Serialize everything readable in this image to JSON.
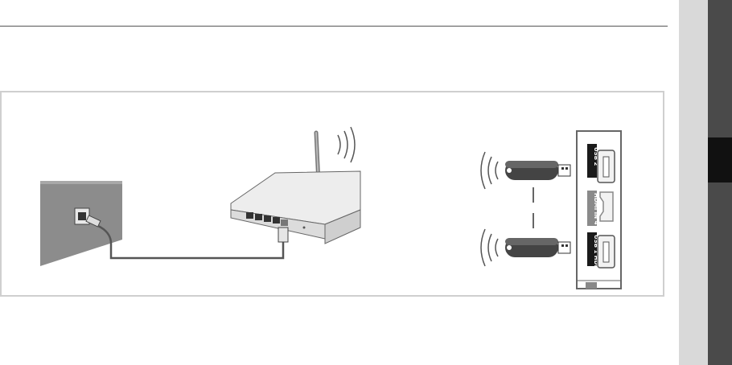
{
  "labels": {
    "usb_port_1": "USB 2",
    "hdmi_port": "HDMI IN 4",
    "usb_port_2": "USB 1 HDD"
  },
  "colors": {
    "side_tab_light": "#d9d9d9",
    "side_tab_dark": "#4a4a4a",
    "side_tab_marker": "#111111",
    "usb_label_bg": "#1a1a1a",
    "hdmi_label_bg": "#8a8a8a"
  },
  "icons": [
    "wall-outlet-icon",
    "router-icon",
    "wifi-signal-icon",
    "usb-dongle-icon",
    "usb-port-icon",
    "hdmi-port-icon"
  ]
}
